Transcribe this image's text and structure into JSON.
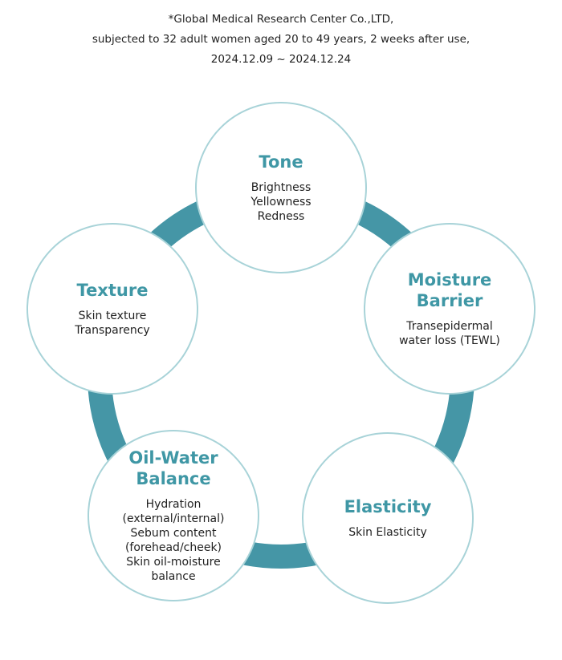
{
  "note": [
    "*Global Medical Research Center Co.,LTD,",
    "subjected to 32 adult women aged 20 to 49 years, 2 weeks after use,",
    "2024.12.09 ~ 2024.12.24"
  ],
  "colors": {
    "ring": "#4596a6",
    "title": "#3f97a5",
    "circle_border": "#a8d3d8"
  },
  "nodes": [
    {
      "title": "Tone",
      "lines": [
        "Brightness",
        "Yellowness",
        "Redness"
      ]
    },
    {
      "title": "Moisture Barrier",
      "lines": [
        "Transepidermal",
        "water loss (TEWL)"
      ]
    },
    {
      "title": "Elasticity",
      "lines": [
        "Skin Elasticity"
      ]
    },
    {
      "title": "Oil-Water Balance",
      "lines": [
        "Hydration",
        "(external/internal)",
        "Sebum content",
        "(forehead/cheek)",
        "Skin oil-moisture",
        "balance"
      ]
    },
    {
      "title": "Texture",
      "lines": [
        "Skin texture",
        "Transparency"
      ]
    }
  ]
}
